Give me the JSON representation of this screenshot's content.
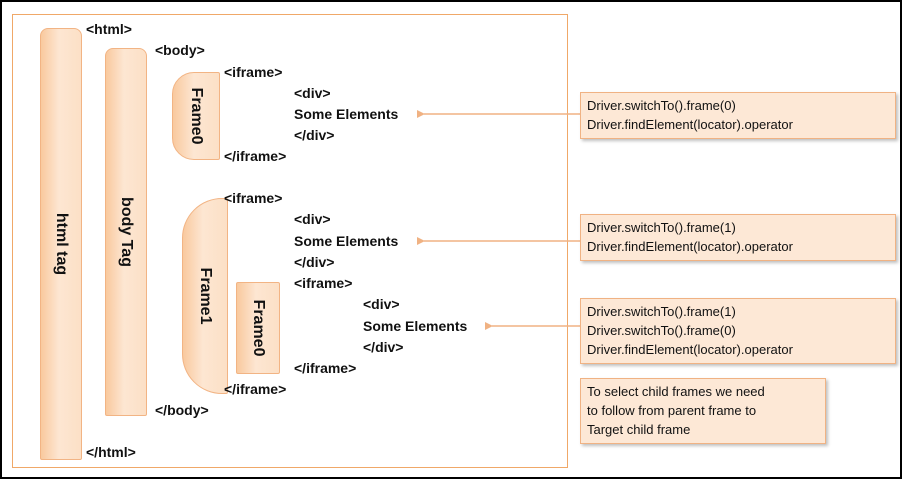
{
  "bars": {
    "html_tag": "html tag",
    "body_tag": "body Tag",
    "frame0_top": "Frame0",
    "frame1": "Frame1",
    "frame0_nested": "Frame0"
  },
  "code": {
    "html_open": "<html>",
    "body_open": "<body>",
    "iframe_open_1": "<iframe>",
    "div_open_1": "<div>",
    "elements_1": "Some Elements",
    "div_close_1": "</div>",
    "iframe_close_1": "</iframe>",
    "iframe_open_2": "<iframe>",
    "div_open_2": "<div>",
    "elements_2": "Some Elements",
    "div_close_2": "</div>",
    "iframe_open_3": "<iframe>",
    "div_open_3": "<div>",
    "elements_3": "Some Elements",
    "div_close_3": "</div>",
    "iframe_close_3": "</iframe>",
    "iframe_close_2": "</iframe>",
    "body_close": "</body>",
    "html_close": "</html>"
  },
  "notes": {
    "frame0": [
      "Driver.switchTo().frame(0)",
      "Driver.findElement(locator).operator"
    ],
    "frame1": [
      "Driver.switchTo().frame(1)",
      "Driver.findElement(locator).operator"
    ],
    "nested": [
      "Driver.switchTo().frame(1)",
      "Driver.switchTo().frame(0)",
      "Driver.findElement(locator).operator"
    ],
    "tip": [
      "To select child frames we need",
      "to follow from parent frame to",
      "Target child frame"
    ]
  },
  "colors": {
    "accent_border": "#f0a868",
    "bar_fill": "#fde6d2",
    "note_fill": "#fde8d6",
    "arrow": "#f0b283"
  }
}
